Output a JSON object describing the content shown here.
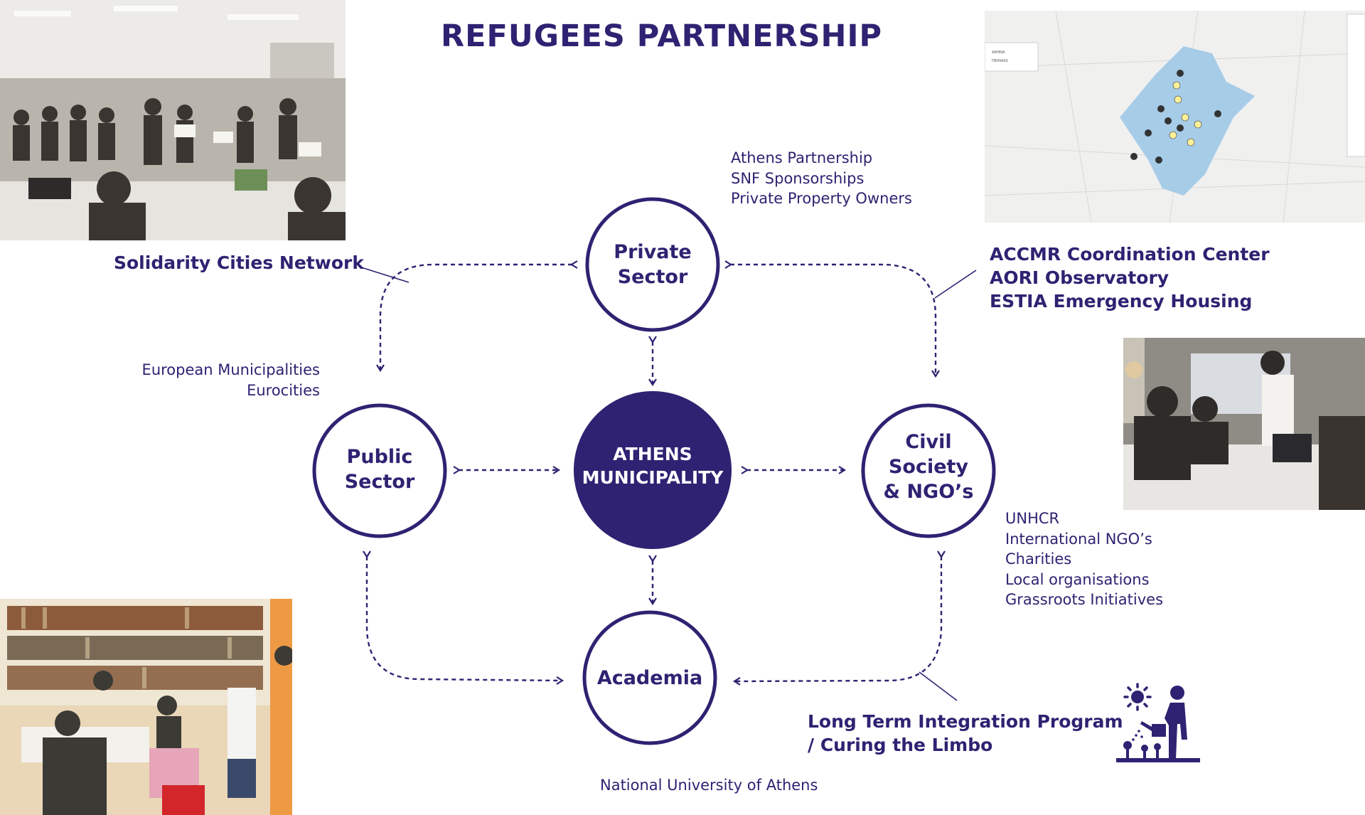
{
  "title": "REFUGEES PARTNERSHIP",
  "colors": {
    "primary": "#2f2272",
    "background": "#ffffff"
  },
  "nodes": {
    "center": {
      "line1": "ATHENS",
      "line2": "MUNICIPALITY"
    },
    "private": {
      "line1": "Private",
      "line2": "Sector"
    },
    "public": {
      "line1": "Public",
      "line2": "Sector"
    },
    "civil": {
      "line1": "Civil",
      "line2": "Society",
      "line3": "& NGO’s"
    },
    "academia": {
      "line1": "Academia"
    }
  },
  "private_partners": [
    "Athens Partnership",
    "SNF Sponsorships",
    "Private Property Owners"
  ],
  "public_partners": [
    "European Municipalities",
    "Eurocities"
  ],
  "civil_partners": [
    "UNHCR",
    "International NGO’s",
    "Charities",
    "Local organisations",
    "Grassroots Initiatives"
  ],
  "academia_partners": [
    "National University of Athens"
  ],
  "programs": {
    "solidarity": "Solidarity Cities Network",
    "accmr": [
      "ACCMR Coordination Center",
      "AORI Observatory",
      "ESTIA Emergency Housing"
    ],
    "long_term": [
      "Long Term Integration Program",
      "/ Curing the Limbo"
    ]
  },
  "map_legend": [
    "ΑΘΗΝΑ",
    "ΠΕΙΡΑΙΑΣ"
  ],
  "icons": {
    "photo1": "workshop-photo",
    "photo2": "map-screenshot",
    "photo3": "meeting-photo",
    "photo4": "library-photo",
    "growth": "gardener-flower-icon"
  }
}
